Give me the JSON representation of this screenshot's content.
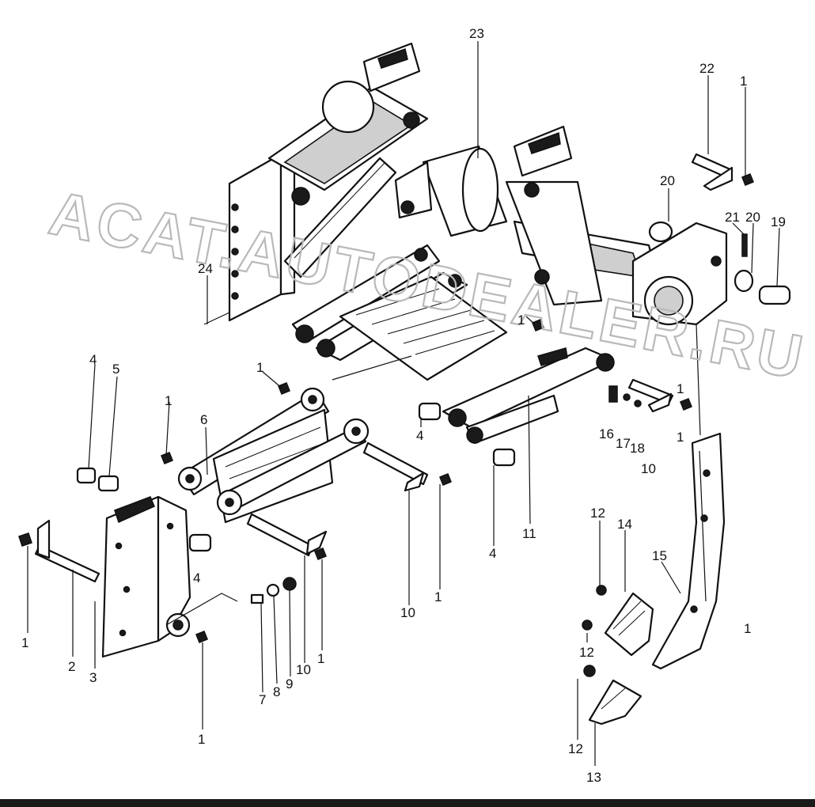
{
  "watermark": "ACAT.AUTODEALER.RU",
  "callouts": [
    "1",
    "1",
    "1",
    "1",
    "1",
    "1",
    "1",
    "1",
    "1",
    "1",
    "1",
    "2",
    "3",
    "4",
    "4",
    "4",
    "4",
    "5",
    "6",
    "7",
    "8",
    "9",
    "10",
    "10",
    "10",
    "11",
    "12",
    "12",
    "12",
    "13",
    "14",
    "15",
    "16",
    "17",
    "18",
    "19",
    "20",
    "20",
    "21",
    "22",
    "23",
    "24"
  ],
  "colors": {
    "ink": "#111111",
    "watermark": "#b9b9b9",
    "background": "#ffffff"
  }
}
